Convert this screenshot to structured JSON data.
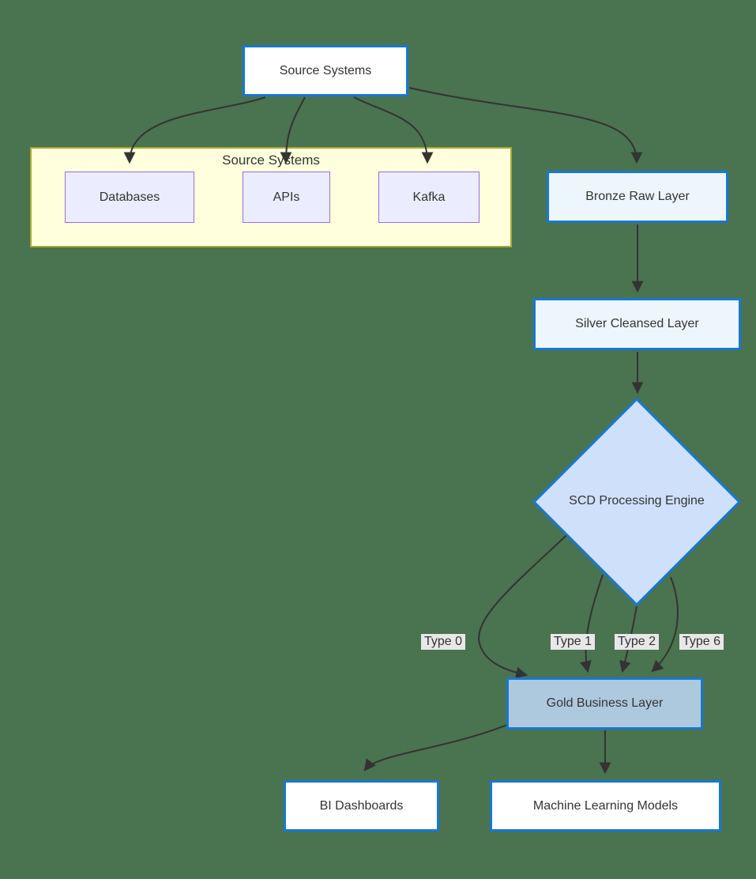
{
  "diagram": {
    "type": "flowchart",
    "background_color": "#4A7350",
    "accent_border_color": "#1778d2",
    "subgraph_fill": "#ffffde",
    "subgraph_border": "#aaaa33",
    "lavender_fill": "#ececff",
    "lavender_border": "#9370DB",
    "edge_color": "#333333",
    "edge_label_bg": "#e8e8e8"
  },
  "nodes": {
    "source_top": {
      "label": "Source Systems",
      "shape": "rect"
    },
    "subgraph": {
      "title": "Source Systems"
    },
    "databases": {
      "label": "Databases",
      "shape": "rect"
    },
    "apis": {
      "label": "APIs",
      "shape": "rect"
    },
    "kafka": {
      "label": "Kafka",
      "shape": "rect"
    },
    "bronze": {
      "label": "Bronze Raw Layer",
      "shape": "rect"
    },
    "silver": {
      "label": "Silver Cleansed Layer",
      "shape": "rect"
    },
    "scd": {
      "label": "SCD Processing Engine",
      "shape": "diamond"
    },
    "gold": {
      "label": "Gold Business Layer",
      "shape": "rect"
    },
    "bi": {
      "label": "BI Dashboards",
      "shape": "rect"
    },
    "ml": {
      "label": "Machine Learning Models",
      "shape": "rect"
    }
  },
  "edges": [
    {
      "from": "source_top",
      "to": "databases",
      "label": ""
    },
    {
      "from": "source_top",
      "to": "apis",
      "label": ""
    },
    {
      "from": "source_top",
      "to": "kafka",
      "label": ""
    },
    {
      "from": "source_top",
      "to": "bronze",
      "label": ""
    },
    {
      "from": "bronze",
      "to": "silver",
      "label": ""
    },
    {
      "from": "silver",
      "to": "scd",
      "label": ""
    },
    {
      "from": "scd",
      "to": "gold",
      "label": "Type 0"
    },
    {
      "from": "scd",
      "to": "gold",
      "label": "Type 1"
    },
    {
      "from": "scd",
      "to": "gold",
      "label": "Type 2"
    },
    {
      "from": "scd",
      "to": "gold",
      "label": "Type 6"
    },
    {
      "from": "gold",
      "to": "bi",
      "label": ""
    },
    {
      "from": "gold",
      "to": "ml",
      "label": ""
    }
  ]
}
